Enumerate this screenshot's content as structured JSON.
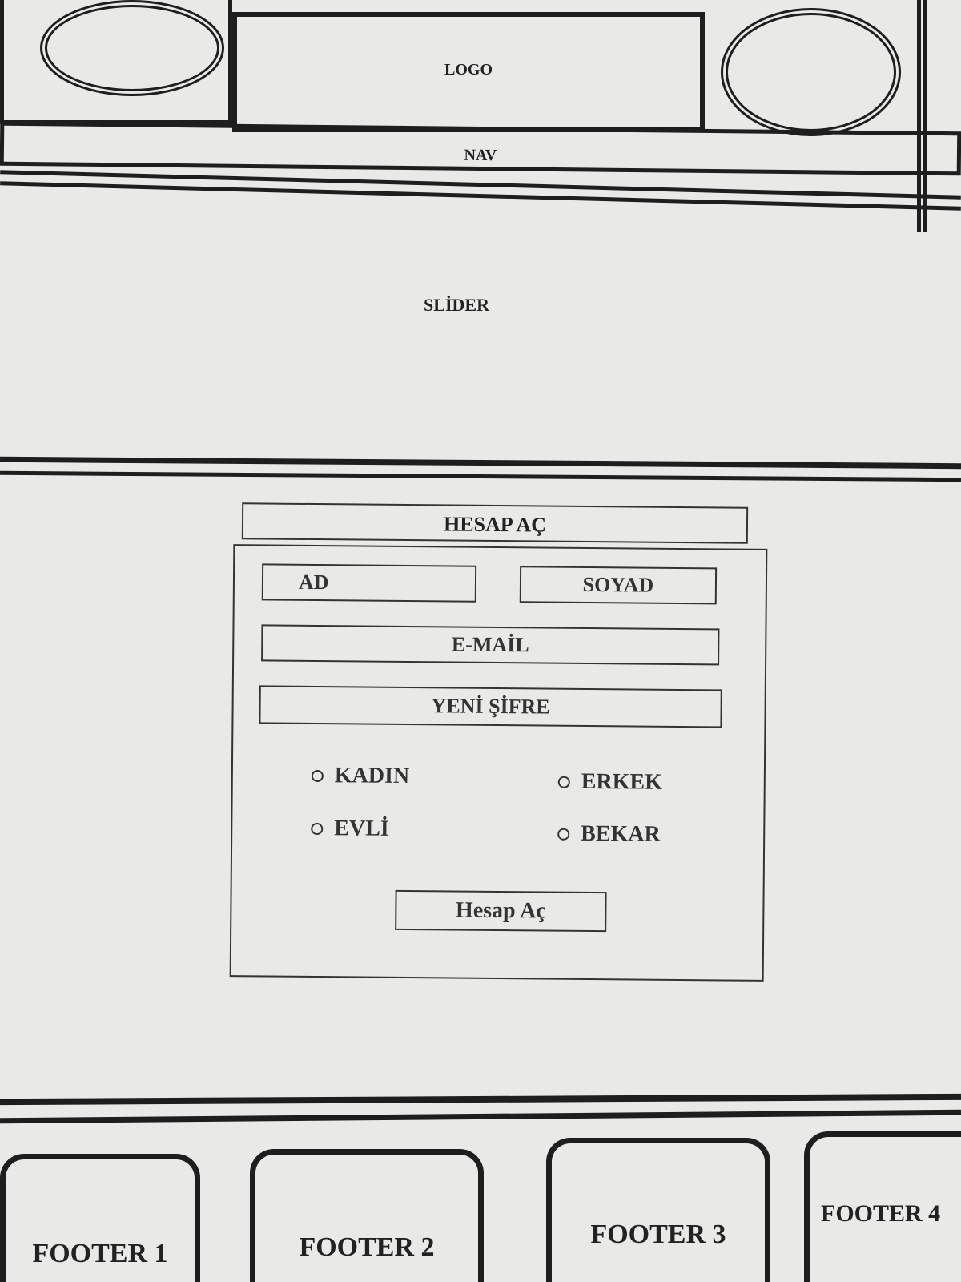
{
  "header": {
    "logo_label": "LOGO",
    "nav_label": "NAV"
  },
  "slider": {
    "label": "SLİDER"
  },
  "form": {
    "title": "HESAP AÇ",
    "fields": {
      "first_name": "AD",
      "last_name": "SOYAD",
      "email": "E-MAİL",
      "password": "YENİ ŞİFRE"
    },
    "radios": {
      "female": "KADIN",
      "male": "ERKEK",
      "married": "EVLİ",
      "single": "BEKAR"
    },
    "submit_label": "Hesap Aç"
  },
  "footer": {
    "items": [
      "FOOTER 1",
      "FOOTER 2",
      "FOOTER 3",
      "FOOTER 4"
    ]
  }
}
